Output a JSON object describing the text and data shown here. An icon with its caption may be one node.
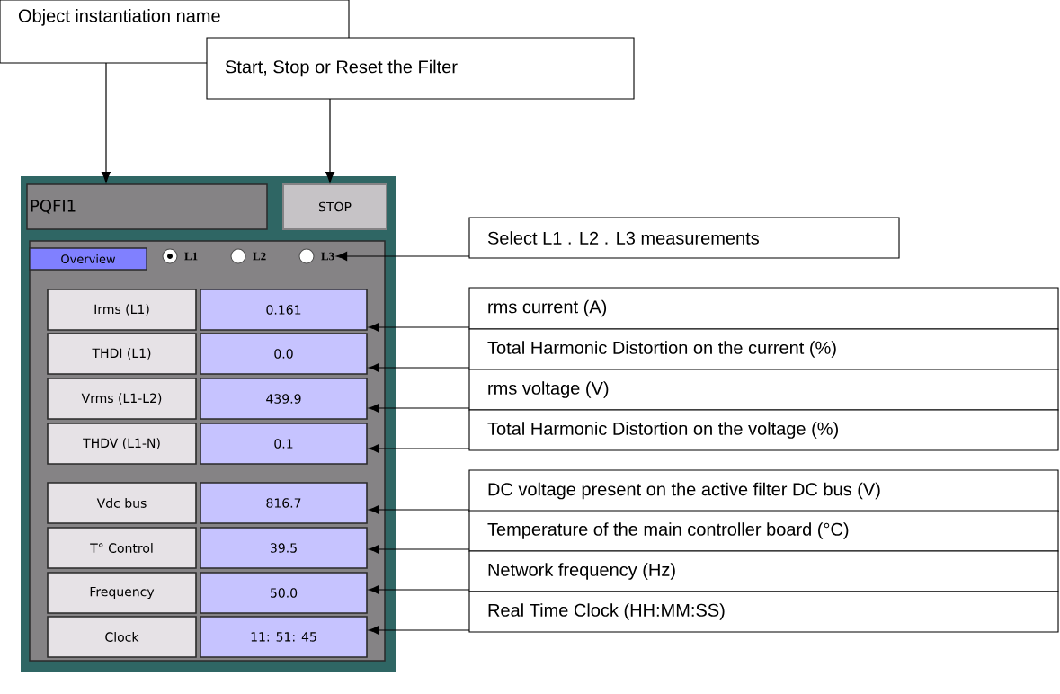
{
  "diagram": {
    "nodes": [
      {
        "text": [
          "Object instantiation name"
        ]
      },
      {
        "text": [
          "Start, Stop or Reset the Filter"
        ]
      },
      {
        "text": [],
        "shape": "box"
      },
      {
        "text": [
          "PQFI1"
        ],
        "in": 2
      },
      {
        "text": [
          "STOP"
        ],
        "in": 2
      },
      {
        "text": [
          "Overview"
        ],
        "in": 2
      },
      {
        "text": [
          "L1",
          "L2",
          "L3"
        ],
        "in": 2
      },
      {
        "text": [
          "Irms (L1)"
        ],
        "in": 2
      },
      {
        "text": [
          "0.161"
        ],
        "in": 2
      },
      {
        "text": [
          "THDI (L1)"
        ],
        "in": 2
      },
      {
        "text": [
          "0.0"
        ],
        "in": 2
      },
      {
        "text": [
          "Vrms (L1-L2)"
        ],
        "in": 2
      },
      {
        "text": [
          "439.9"
        ],
        "in": 2
      },
      {
        "text": [
          "THDV (L1-N)"
        ],
        "in": 2
      },
      {
        "text": [
          "0.1"
        ],
        "in": 2
      },
      {
        "text": [
          "Vdc bus"
        ],
        "in": 2
      },
      {
        "text": [
          "816.7"
        ],
        "in": 2
      },
      {
        "text": [
          "T° Control"
        ],
        "in": 2
      },
      {
        "text": [
          "39.5"
        ],
        "in": 2
      },
      {
        "text": [
          "Frequency"
        ],
        "in": 2
      },
      {
        "text": [
          "50.0"
        ],
        "in": 2
      },
      {
        "text": [
          "Clock"
        ],
        "in": 2
      },
      {
        "text": [
          "11: 51: 45"
        ],
        "in": 2
      },
      {
        "text": [
          "Select L1 . L2 . L3 measurements"
        ]
      },
      {
        "text": [
          "rms current (A)"
        ]
      },
      {
        "text": [
          "Total Harmonic Distortion on the current (%)"
        ]
      },
      {
        "text": [
          "rms voltage (V)"
        ]
      },
      {
        "text": [
          "Total Harmonic Distortion on the voltage (%)"
        ]
      },
      {
        "text": [
          "DC voltage present on the active filter DC bus (V)"
        ]
      },
      {
        "text": [
          "Temperature of the main controller board  (°C)"
        ]
      },
      {
        "text": [
          "Network frequency (Hz)"
        ]
      },
      {
        "text": [
          "Real Time Clock (HH:MM:SS)"
        ]
      }
    ],
    "edges": [
      {
        "from": 0,
        "to": 3,
        "arrow": "to"
      },
      {
        "from": 1,
        "to": 4,
        "arrow": "to"
      },
      {
        "from": 23,
        "to": 6,
        "arrow": "to"
      },
      {
        "from": 24,
        "to": 8,
        "arrow": "to"
      },
      {
        "from": 25,
        "to": 10,
        "arrow": "to"
      },
      {
        "from": 26,
        "to": 12,
        "arrow": "to"
      },
      {
        "from": 27,
        "to": 14,
        "arrow": "to"
      },
      {
        "from": 28,
        "to": 16,
        "arrow": "to"
      },
      {
        "from": 29,
        "to": 18,
        "arrow": "to"
      },
      {
        "from": 30,
        "to": 20,
        "arrow": "to"
      },
      {
        "from": 31,
        "to": 22,
        "arrow": "to"
      }
    ]
  }
}
